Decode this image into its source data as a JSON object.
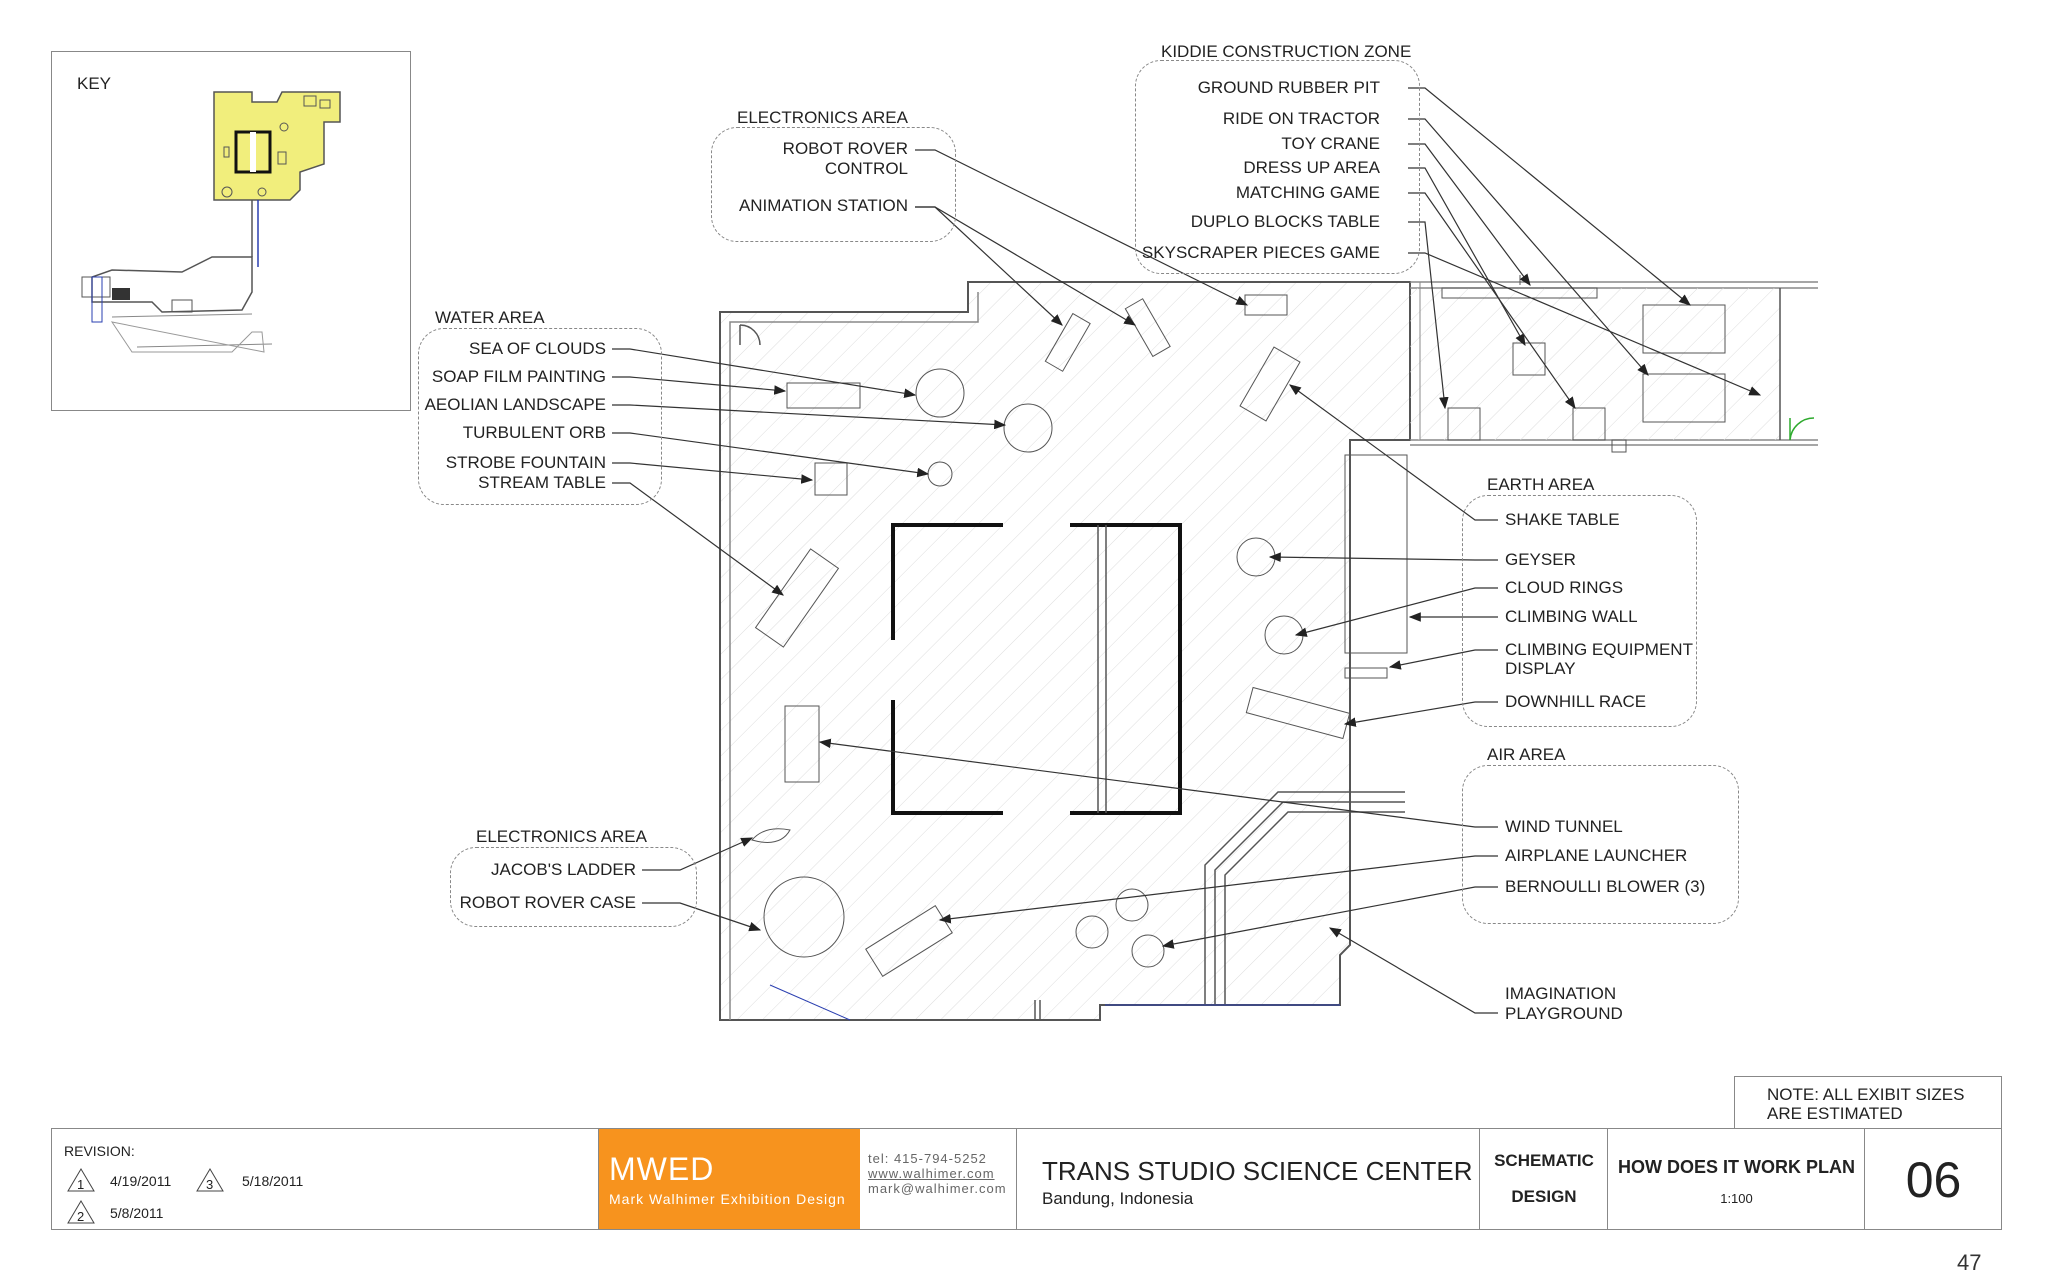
{
  "key": {
    "label": "KEY"
  },
  "groups": {
    "kiddie": {
      "title": "KIDDIE CONSTRUCTION ZONE",
      "items": [
        "GROUND RUBBER PIT",
        "RIDE ON TRACTOR",
        "TOY CRANE",
        "DRESS UP AREA",
        "MATCHING GAME",
        "DUPLO BLOCKS TABLE",
        "SKYSCRAPER PIECES GAME"
      ]
    },
    "electronics_top": {
      "title": "ELECTRONICS AREA",
      "items": [
        "ROBOT ROVER",
        "CONTROL",
        "ANIMATION  STATION"
      ]
    },
    "water": {
      "title": "WATER AREA",
      "items": [
        "SEA OF CLOUDS",
        "SOAP FILM PAINTING",
        "AEOLIAN LANDSCAPE",
        "TURBULENT ORB",
        "STROBE FOUNTAIN",
        "STREAM TABLE"
      ]
    },
    "earth": {
      "title": "EARTH AREA",
      "items": [
        "SHAKE TABLE",
        "GEYSER",
        "CLOUD RINGS",
        "CLIMBING WALL",
        "CLIMBING EQUIPMENT",
        "DISPLAY",
        "DOWNHILL RACE"
      ]
    },
    "air": {
      "title": "AIR AREA",
      "items": [
        "WIND TUNNEL",
        "AIRPLANE LAUNCHER",
        "BERNOULLI BLOWER (3)"
      ]
    },
    "electronics_bottom": {
      "title": "ELECTRONICS AREA",
      "items": [
        "JACOB'S LADDER",
        "ROBOT ROVER CASE"
      ]
    },
    "imagination": {
      "items": [
        "IMAGINATION",
        "PLAYGROUND"
      ]
    }
  },
  "note": {
    "line1": "NOTE: ALL EXIBIT SIZES",
    "line2": "ARE ESTIMATED"
  },
  "title_block": {
    "revision_label": "REVISION:",
    "revisions": [
      {
        "num": "1",
        "date": "4/19/2011"
      },
      {
        "num": "3",
        "date": "5/18/2011"
      },
      {
        "num": "2",
        "date": "5/8/2011"
      }
    ],
    "firm_abbr": "MWED",
    "firm_name": "Mark Walhimer Exhibition Design",
    "tel": "tel: 415-794-5252",
    "web": "www.walhimer.com",
    "email": "mark@walhimer.com",
    "project": "TRANS STUDIO SCIENCE CENTER",
    "location": "Bandung, Indonesia",
    "phase1": "SCHEMATIC",
    "phase2": "DESIGN",
    "sheet_title": "HOW DOES IT WORK PLAN",
    "scale": "1:100",
    "sheet_number": "06"
  },
  "page_number": "47",
  "colors": {
    "brand_orange": "#F7931E",
    "key_highlight": "#F1EE7C"
  }
}
